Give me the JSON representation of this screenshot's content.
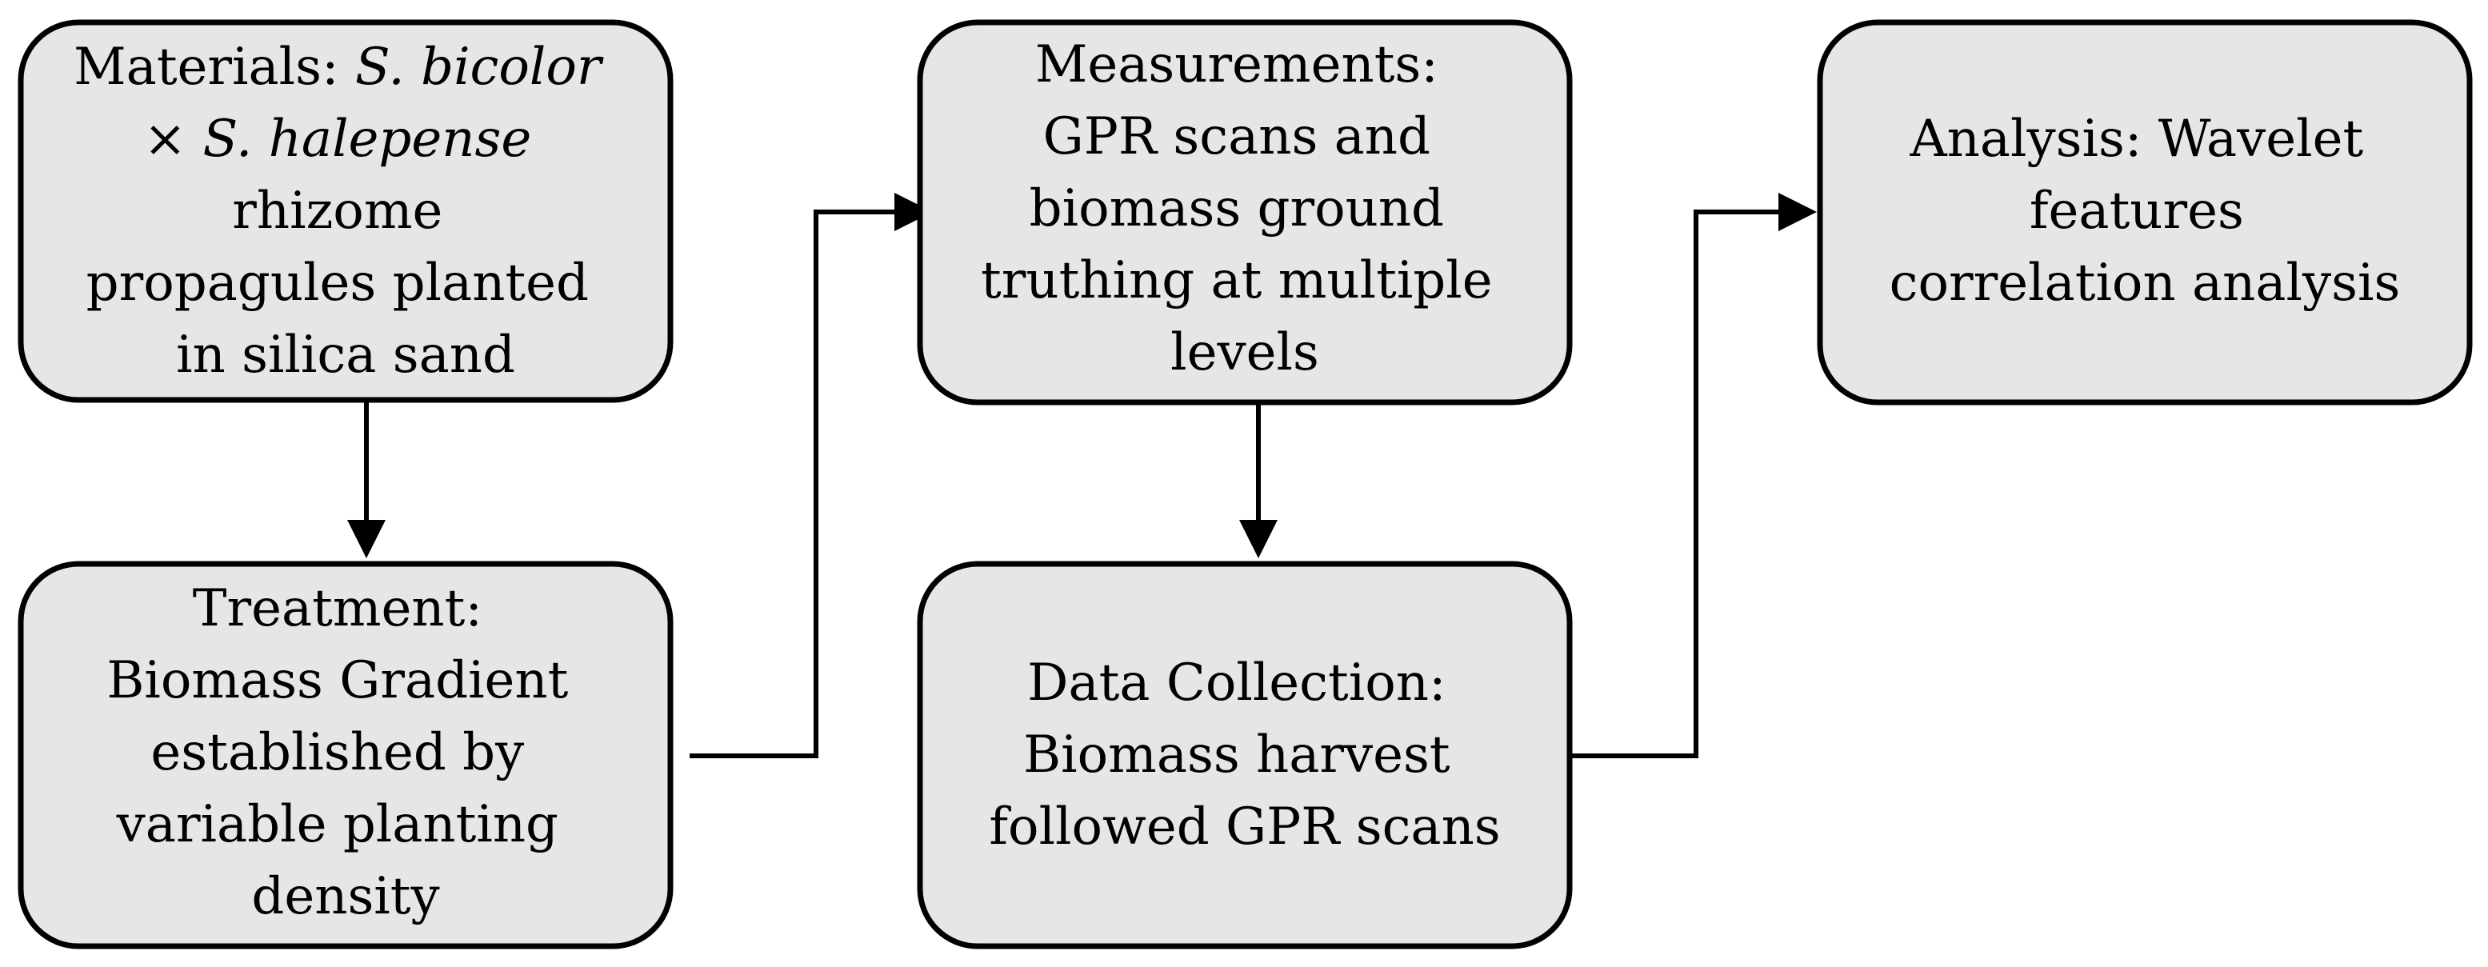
{
  "colors": {
    "box_fill": "#e6e6e6",
    "box_stroke": "#000000",
    "connector": "#000000",
    "text": "#000000",
    "background": "#ffffff"
  },
  "boxes": {
    "materials": {
      "line1_prefix": "Materials: ",
      "line1_italic": "S. bicolor",
      "line2_prefix": "× ",
      "line2_italic": "S. halepense",
      "line3": "rhizome",
      "line4": "propagules planted",
      "line5": "in silica sand"
    },
    "treatment": {
      "lines": [
        "Treatment:",
        "Biomass Gradient",
        "established by",
        "variable planting",
        "density"
      ]
    },
    "measurements": {
      "lines": [
        "Measurements:",
        "GPR scans and",
        "biomass ground",
        "truthing at multiple",
        "levels"
      ]
    },
    "data_collection": {
      "lines": [
        "Data Collection:",
        "Biomass harvest",
        "followed GPR scans"
      ]
    },
    "analysis": {
      "lines": [
        "Analysis: Wavelet",
        "features",
        "correlation analysis"
      ]
    }
  }
}
